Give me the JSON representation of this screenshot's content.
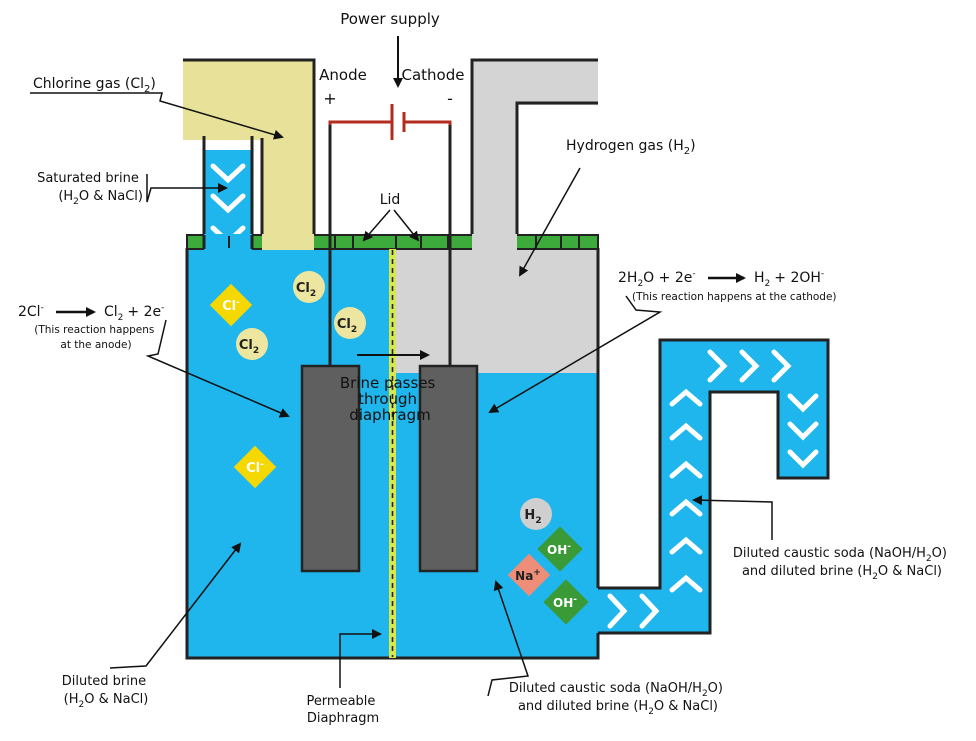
{
  "labels": {
    "power_supply": "Power supply",
    "anode": "Anode",
    "cathode": "Cathode",
    "plus": "+",
    "minus": "-",
    "chlorine_gas": "Chlorine gas (Cl",
    "chlorine_gas_sub": "2",
    "chlorine_gas_end": ")",
    "saturated_brine_1": "Saturated brine",
    "saturated_brine_2": "(H",
    "saturated_brine_2_sub": "2",
    "saturated_brine_2_end": "O & NaCl)",
    "hydrogen_gas": "Hydrogen gas (H",
    "hydrogen_gas_sub": "2",
    "hydrogen_gas_end": ")",
    "lid": "Lid",
    "anode_reaction_a": "2Cl",
    "anode_reaction_a_sup": "-",
    "anode_reaction_b": "Cl",
    "anode_reaction_b_sub": "2",
    "anode_reaction_c": "+ 2e",
    "anode_reaction_c_sup": "-",
    "anode_note_1": "(This reaction happens",
    "anode_note_2": "at the anode)",
    "cathode_reaction_a": "2H",
    "cathode_reaction_a_sub": "2",
    "cathode_reaction_b": "O + 2e",
    "cathode_reaction_b_sup": "-",
    "cathode_reaction_c": "H",
    "cathode_reaction_c_sub": "2",
    "cathode_reaction_d": "+ 2OH",
    "cathode_reaction_d_sup": "-",
    "cathode_note": "(This reaction happens at the cathode)",
    "brine_passes_1": "Brine passes",
    "brine_passes_2": "through",
    "brine_passes_3": "diaphragm",
    "diluted_brine_1": "Diluted brine",
    "diluted_brine_2": "(H",
    "diluted_brine_2_sub": "2",
    "diluted_brine_2_end": "O & NaCl)",
    "permeable_1": "Permeable",
    "permeable_2": "Diaphragm",
    "caustic_bottom_1a": "Diluted caustic soda (NaOH/H",
    "caustic_bottom_1_sub": "2",
    "caustic_bottom_1b": "O)",
    "caustic_bottom_2a": "and diluted brine (H",
    "caustic_bottom_2_sub": "2",
    "caustic_bottom_2b": "O & NaCl)",
    "caustic_right_1a": "Diluted caustic soda (NaOH/H",
    "caustic_right_1_sub": "2",
    "caustic_right_1b": "O)",
    "caustic_right_2a": "and diluted brine (H",
    "caustic_right_2_sub": "2",
    "caustic_right_2b": "O & NaCl)"
  },
  "ions": {
    "cl_minus": "Cl",
    "cl_minus_sup": "-",
    "cl2": "Cl",
    "cl2_sub": "2",
    "h2": "H",
    "h2_sub": "2",
    "oh_minus": "OH",
    "oh_minus_sup": "-",
    "na_plus": "Na",
    "na_plus_sup": "+"
  },
  "colors": {
    "brine": "#1fb6ee",
    "chlorine": "#e8e19a",
    "hydrogen": "#d4d4d4",
    "lid": "#3cab3c",
    "electrode": "#5f5f5f",
    "wire": "#b22d1e",
    "cl_ion": "#f5d800",
    "cl2_ball": "#ece6a0",
    "h2_ball": "#cfcfcf",
    "oh_ion": "#3a9a36",
    "na_ion": "#ef8e78",
    "diaphragm": "#d6e84a"
  }
}
